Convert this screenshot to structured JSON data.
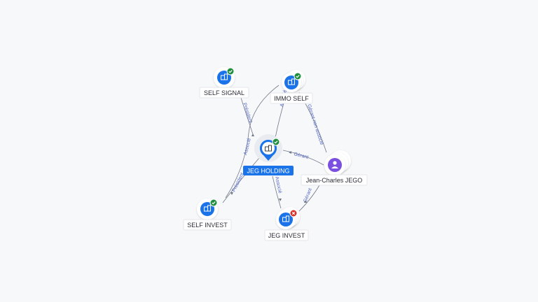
{
  "colors": {
    "background": "#f7f8fa",
    "company": "#1a73e8",
    "person": "#7b4fe0",
    "ok": "#1e8e3e",
    "ko": "#d93025",
    "edge": "#6f7787",
    "edge_label": "#5468c4"
  },
  "nodes": {
    "jeg_holding": {
      "label": "JEG HOLDING",
      "kind": "company",
      "status": "ok",
      "icon": "building-icon"
    },
    "self_signal": {
      "label": "SELF SIGNAL",
      "kind": "company",
      "status": "ok",
      "icon": "building-icon"
    },
    "immo_self": {
      "label": "IMMO SELF",
      "kind": "company",
      "status": "ok",
      "icon": "building-icon"
    },
    "self_invest": {
      "label": "SELF INVEST",
      "kind": "company",
      "status": "ok",
      "icon": "building-icon"
    },
    "jeg_invest": {
      "label": "JEG INVEST",
      "kind": "company",
      "status": "closed",
      "icon": "building-icon"
    },
    "jean_charles": {
      "label": "Jean-Charles JEGO",
      "kind": "person",
      "icon": "person-icon"
    }
  },
  "edges": {
    "president_signal": "Président",
    "associe_immo": "Associé",
    "associe_signal": "Associé",
    "president_invest": "Président",
    "associe_jeg_invest": "Associé",
    "gerant_holding": "Gérant",
    "gerant_non_associe": "Gérant non associé",
    "gerant_jeg_invest": "Gérant"
  }
}
